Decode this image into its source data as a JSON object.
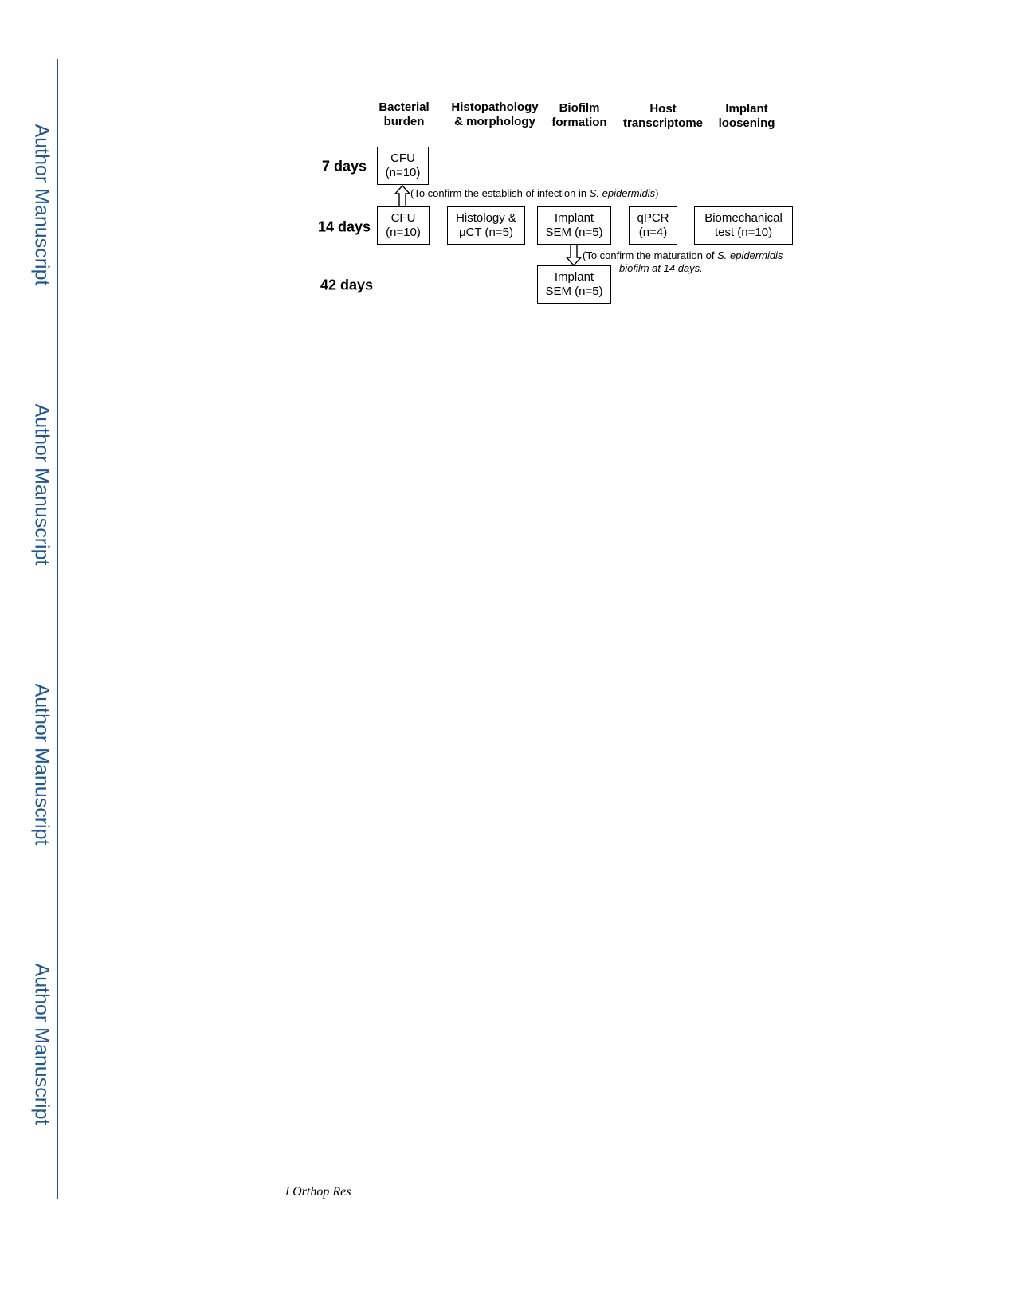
{
  "watermark": {
    "text": "Author Manuscript"
  },
  "columns": {
    "bacterial": "Bacterial\nburden",
    "histo": "Histopathology\n& morphology",
    "biofilm": "Biofilm\nformation",
    "host": "Host\ntranscriptome",
    "loosening": "Implant\nloosening"
  },
  "rows": {
    "d7": "7 days",
    "d14": "14 days",
    "d42": "42 days"
  },
  "boxes": {
    "cfu7": "CFU\n(n=10)",
    "cfu14": "CFU\n(n=10)",
    "histology": "Histology &\nμCT (n=5)",
    "sem14": "Implant\nSEM (n=5)",
    "qpcr": "qPCR\n(n=4)",
    "biomech": "Biomechanical\ntest (n=10)",
    "sem42": "Implant\nSEM (n=5)"
  },
  "notes": {
    "up_pre": "(To confirm the establish of infection in ",
    "up_species": "S. epidermidis",
    "up_post": ")",
    "down_line1_pre": "(To confirm the maturation of ",
    "down_line1_species": "S. epidermidis",
    "down_line2": "biofilm at 14 days."
  },
  "footer": {
    "journal": "J Orthop Res"
  },
  "colors": {
    "watermark": "#1d5797"
  }
}
